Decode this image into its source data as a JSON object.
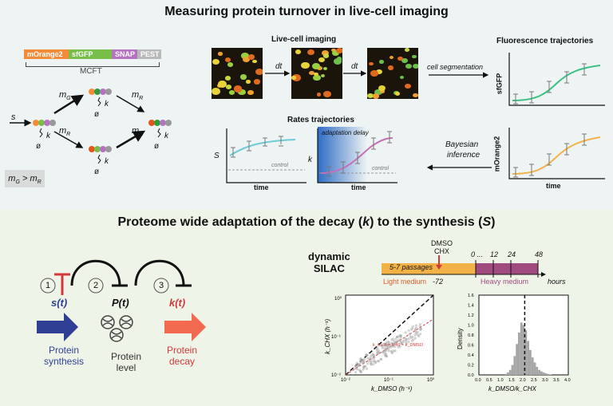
{
  "top": {
    "title": "Measuring protein turnover in live-cell imaging",
    "construct": {
      "segments": [
        "mOrange2",
        "sfGFP",
        "SNAP",
        "PEST"
      ],
      "label": "MCFT",
      "colors": [
        "#f28c3a",
        "#78bf4a",
        "#b573c2",
        "#b9b9b9"
      ]
    },
    "model": {
      "s": "s",
      "m_g": "m",
      "m_g_sub": "G",
      "m_r": "m",
      "m_r_sub": "R",
      "k": "k",
      "null": "ø",
      "condition": "m",
      "condition_sub1": "G",
      "condition_mid": " > m",
      "condition_sub2": "R"
    },
    "imaging": {
      "label": "Live-cell imaging",
      "dt": "dt",
      "segmentation": "cell segmentation",
      "bayes1": "Bayesian",
      "bayes2": "inference"
    },
    "fluor": {
      "title": "Fluorescence trajectories",
      "y_top": "sfGFP",
      "y_bottom": "mOrange2",
      "x": "time"
    },
    "rates": {
      "title": "Rates trajectories",
      "y_left": "S",
      "y_right": "k",
      "control": "control",
      "x": "time",
      "adaptation": "adaptation delay"
    }
  },
  "bottom": {
    "title_pre": "Proteome wide adaptation of the decay (",
    "title_k": "k",
    "title_mid": ") to the synthesis (",
    "title_s": "S",
    "title_post": ")",
    "steps": [
      "1",
      "2",
      "3"
    ],
    "st": "s(t)",
    "pt": "P(t)",
    "kt": "k(t)",
    "synthesis": [
      "Protein",
      "synthesis"
    ],
    "level": [
      "Protein",
      "level"
    ],
    "decay": [
      "Protein",
      "decay"
    ],
    "silac": {
      "title1": "dynamic",
      "title2": "SILAC",
      "dmso": "DMSO",
      "chx": "CHX",
      "passages": "5-7 passages",
      "light": "Light medium",
      "heavy": "Heavy medium",
      "t_neg": "-72",
      "ticks": [
        "0 ...",
        "12",
        "24",
        "48"
      ],
      "hours": "hours"
    }
  },
  "chart_data": [
    {
      "type": "scatter",
      "title": "",
      "xlabel": "k_DMSO (h^-1)",
      "ylabel": "k_CHX (h^-1)",
      "xscale": "log",
      "yscale": "log",
      "xlim": [
        0.01,
        1
      ],
      "ylim": [
        0.01,
        1
      ],
      "annotation": "k_CHX = 0.49 × k_DMSO",
      "ticks": [
        "10^-2",
        "10^-1",
        "10^0"
      ]
    },
    {
      "type": "bar",
      "title": "",
      "xlabel": "k_DMSO/k_CHX",
      "ylabel": "Density",
      "xlim": [
        0,
        4
      ],
      "ylim": [
        0,
        1.6
      ],
      "x_ticks": [
        "0.0",
        "0.5",
        "1.0",
        "1.5",
        "2.0",
        "2.5",
        "3.0",
        "3.5",
        "4.0"
      ],
      "y_ticks": [
        "0.0",
        "0.2",
        "0.4",
        "0.6",
        "0.8",
        "1.0",
        "1.2",
        "1.4",
        "1.6"
      ],
      "categories": [
        1.2,
        1.3,
        1.4,
        1.5,
        1.6,
        1.7,
        1.8,
        1.9,
        2.0,
        2.1,
        2.2,
        2.3,
        2.4,
        2.5,
        2.6,
        2.7,
        2.8,
        2.9,
        3.0,
        3.1,
        3.2
      ],
      "values": [
        0.02,
        0.05,
        0.1,
        0.2,
        0.38,
        0.62,
        0.85,
        1.05,
        1.0,
        0.9,
        0.68,
        0.5,
        0.35,
        0.25,
        0.16,
        0.1,
        0.07,
        0.05,
        0.03,
        0.02,
        0.01
      ],
      "median": 2.05
    }
  ]
}
